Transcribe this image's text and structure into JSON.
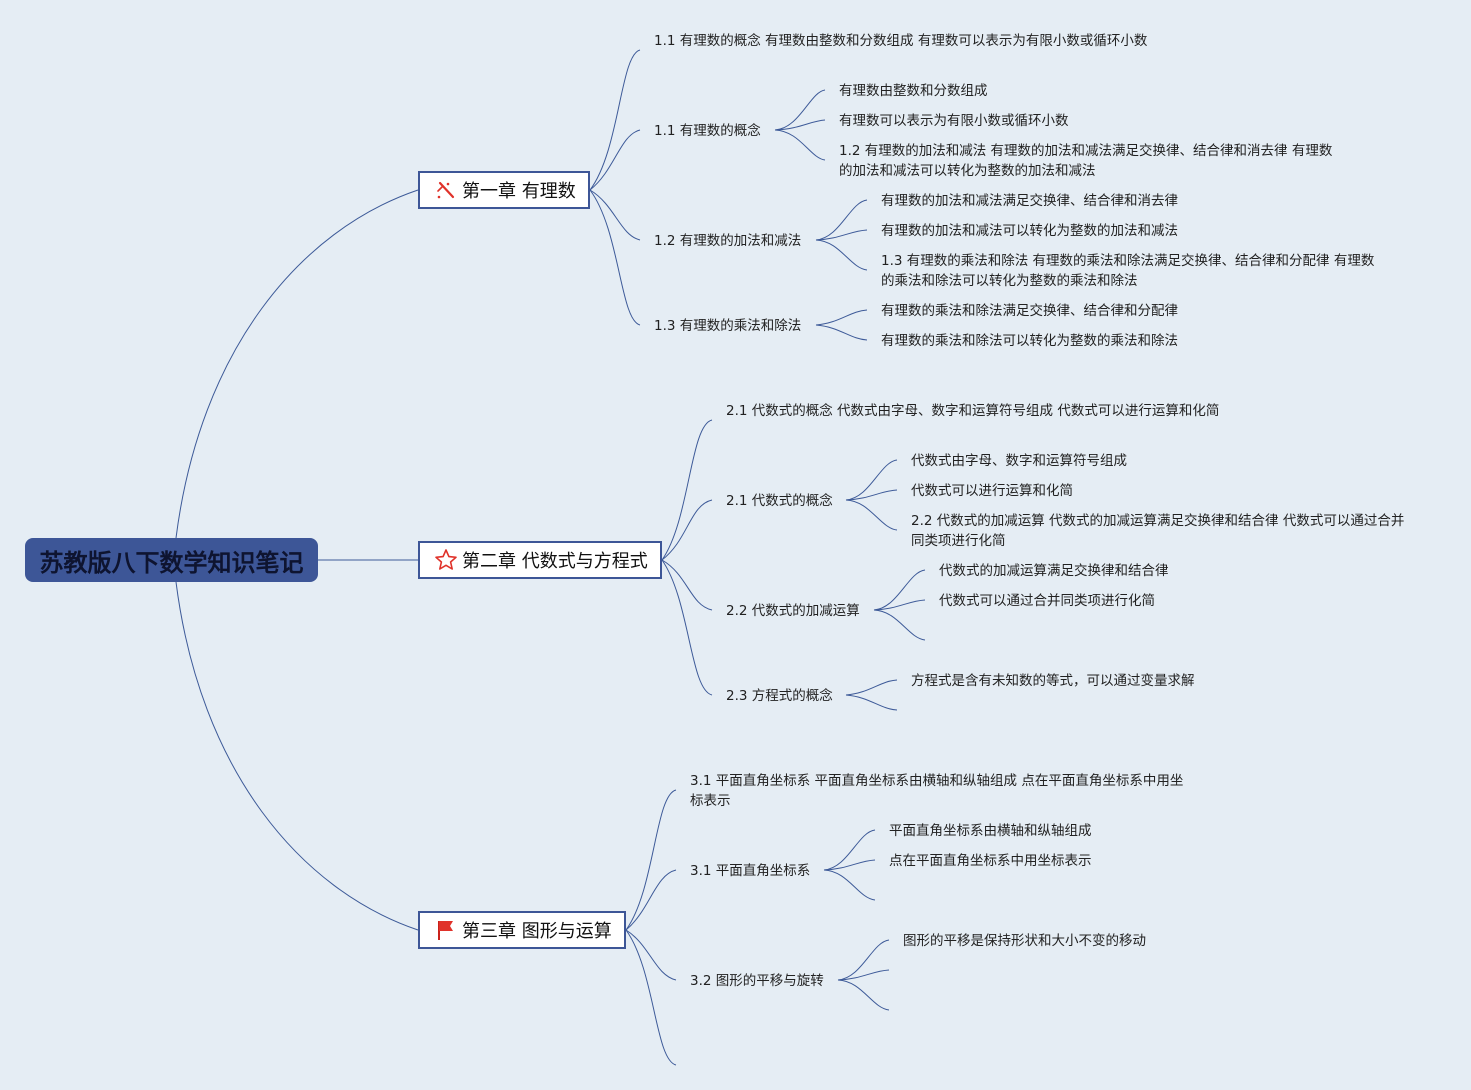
{
  "root": {
    "title": "苏教版八下数学知识笔记"
  },
  "chapters": [
    {
      "title": "第一章 有理数",
      "icon": "magic-wand-icon",
      "summary": "1.1 有理数的概念 有理数由整数和分数组成 有理数可以表示为有限小数或循环小数",
      "topics": [
        {
          "title": "1.1 有理数的概念",
          "items": [
            "有理数由整数和分数组成",
            "有理数可以表示为有限小数或循环小数",
            "1.2 有理数的加法和减法 有理数的加法和减法满足交换律、结合律和消去律 有理数的加法和减法可以转化为整数的加法和减法"
          ]
        },
        {
          "title": "1.2 有理数的加法和减法",
          "items": [
            "有理数的加法和减法满足交换律、结合律和消去律",
            "有理数的加法和减法可以转化为整数的加法和减法",
            "1.3 有理数的乘法和除法 有理数的乘法和除法满足交换律、结合律和分配律 有理数的乘法和除法可以转化为整数的乘法和除法"
          ]
        },
        {
          "title": "1.3 有理数的乘法和除法",
          "items": [
            "有理数的乘法和除法满足交换律、结合律和分配律",
            "有理数的乘法和除法可以转化为整数的乘法和除法"
          ]
        }
      ]
    },
    {
      "title": "第二章 代数式与方程式",
      "icon": "star-outline-icon",
      "summary": "2.1 代数式的概念 代数式由字母、数字和运算符号组成 代数式可以进行运算和化简",
      "topics": [
        {
          "title": "2.1 代数式的概念",
          "items": [
            "代数式由字母、数字和运算符号组成",
            "代数式可以进行运算和化简",
            "2.2 代数式的加减运算 代数式的加减运算满足交换律和结合律 代数式可以通过合并同类项进行化简"
          ]
        },
        {
          "title": "2.2 代数式的加减运算",
          "items": [
            "代数式的加减运算满足交换律和结合律",
            "代数式可以通过合并同类项进行化简",
            ""
          ]
        },
        {
          "title": "2.3 方程式的概念",
          "items": [
            "方程式是含有未知数的等式，可以通过变量求解",
            ""
          ]
        }
      ]
    },
    {
      "title": "第三章 图形与运算",
      "icon": "red-flag-icon",
      "summary": "3.1 平面直角坐标系 平面直角坐标系由横轴和纵轴组成 点在平面直角坐标系中用坐标表示",
      "topics": [
        {
          "title": "3.1 平面直角坐标系",
          "items": [
            "平面直角坐标系由横轴和纵轴组成",
            "点在平面直角坐标系中用坐标表示",
            ""
          ]
        },
        {
          "title": "3.2 图形的平移与旋转",
          "items": [
            "图形的平移是保持形状和大小不变的移动",
            "",
            ""
          ]
        },
        {
          "title": "",
          "items": []
        }
      ]
    }
  ],
  "colors": {
    "background": "#e5edf4",
    "root_fill": "#3d5697",
    "line": "#3d5a98",
    "chapter_border": "#3d5697",
    "icon_red": "#e0322a"
  }
}
